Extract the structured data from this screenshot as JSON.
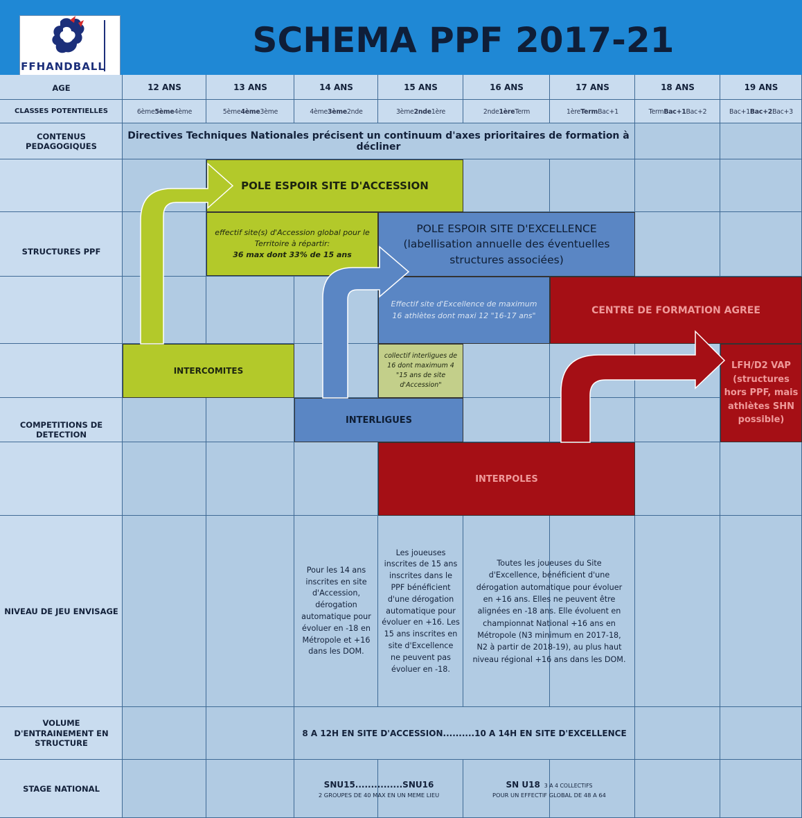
{
  "title": "SCHEMA PPF 2017-21",
  "logo": {
    "text": "FFHANDBALL",
    "icon": "rooster-emblem-icon"
  },
  "row_labels": {
    "age": "AGE",
    "classes": "CLASSES POTENTIELLES",
    "contenus": "CONTENUS PEDAGOGIQUES",
    "structures": "STRUCTURES PPF",
    "competitions": "COMPETITIONS DE DETECTION",
    "niveau": "NIVEAU DE JEU ENVISAGE",
    "volume": "VOLUME D'ENTRAINEMENT EN STRUCTURE",
    "stage": "STAGE NATIONAL"
  },
  "ages": [
    "12 ANS",
    "13 ANS",
    "14 ANS",
    "15 ANS",
    "16 ANS",
    "17 ANS",
    "18 ANS",
    "19 ANS"
  ],
  "classes": [
    {
      "pre": "6ème ",
      "bold": "5ème",
      "post": " 4ème"
    },
    {
      "pre": "5ème ",
      "bold": "4ème",
      "post": " 3ème"
    },
    {
      "pre": "4ème ",
      "bold": "3ème",
      "post": " 2nde"
    },
    {
      "pre": "3ème ",
      "bold": "2nde",
      "post": " 1ère"
    },
    {
      "pre": "2nde ",
      "bold": "1ère",
      "post": " Term"
    },
    {
      "pre": "1ère ",
      "bold": "Term",
      "post": " Bac+1"
    },
    {
      "pre": "Term ",
      "bold": "Bac+1",
      "post": " Bac+2"
    },
    {
      "pre": "Bac+1 ",
      "bold": "Bac+2",
      "post": " Bac+3"
    }
  ],
  "contenus_text": "Directives Techniques Nationales précisent un continuum d'axes prioritaires de formation à décliner",
  "pole_acces": {
    "title": "POLE ESPOIR SITE D'ACCESSION",
    "note_line1": "effectif site(s) d'Accession global pour le",
    "note_line2": "Territoire à répartir:",
    "note_line3": "36 max dont 33% de 15 ans"
  },
  "pole_excel": {
    "line1": "POLE ESPOIR SITE D'EXCELLENCE",
    "line2": "(labellisation annuelle des éventuelles",
    "line3": "structures associées)",
    "note_line1": "Effectif site d'Excellence de maximum",
    "note_line2": "16 athlètes dont maxi 12 \"16-17 ans\""
  },
  "centre_formation": "CENTRE DE FORMATION AGREE",
  "intercomites": "INTERCOMITES",
  "collectif": {
    "line1": "collectif interligues de",
    "line2": "16 dont maximum 4",
    "line3": "\"15 ans de site",
    "line4": "d'Accession\""
  },
  "interligues": "INTERLIGUES",
  "interpoles": "INTERPOLES",
  "lfh": {
    "line1": "LFH/D2 VAP",
    "line2": "(structures",
    "line3": "hors PPF, mais",
    "line4": "athlètes SHN",
    "line5": "possible)"
  },
  "niveau": {
    "col14": [
      "Pour les 14 ans",
      "inscrites en site",
      "d'Accession,",
      "dérogation",
      "automatique pour",
      "évoluer en -18 en",
      "Métropole et +16",
      "dans les DOM."
    ],
    "col15": [
      "Les joueuses",
      "inscrites de 15  ans",
      "inscrites dans le",
      "PPF bénéficient",
      "d'une dérogation",
      "automatique pour",
      "évoluer en +16. Les",
      "15 ans inscrites en",
      "site d'Excellence",
      "ne peuvent pas",
      "évoluer en -18."
    ],
    "col1617": [
      "Toutes les joueuses du Site",
      "d'Excellence, bénéficient d'une",
      "dérogation automatique pour évoluer",
      "en +16 ans. Elles ne peuvent être",
      "alignées en -18 ans. Elle évoluent en",
      "championnat National +16 ans en",
      "Métropole (N3 minimum en 2017-18,",
      "N2 à partir de 2018-19), au plus haut",
      "niveau régional  +16 ans dans les DOM."
    ]
  },
  "volume_text": "8 A 12H EN SITE D'ACCESSION..........10 A 14H EN SITE D'EXCELLENCE",
  "stage": {
    "snu_line1": "SNU15...............SNU16",
    "snu_line2": "2 GROUPES DE 40 MAX EN UN MEME LIEU",
    "sn_main": "SN U18",
    "sn_small": "3 A 4 COLLECTIFS",
    "sn_line2": "POUR UN EFFECTIF GLOBAL DE 48 A 64"
  },
  "colors": {
    "header": "#1f88d5",
    "cell": "#b1cbe3",
    "green": "#b3c92a",
    "blue": "#5a86c4",
    "red": "#a50f15"
  }
}
